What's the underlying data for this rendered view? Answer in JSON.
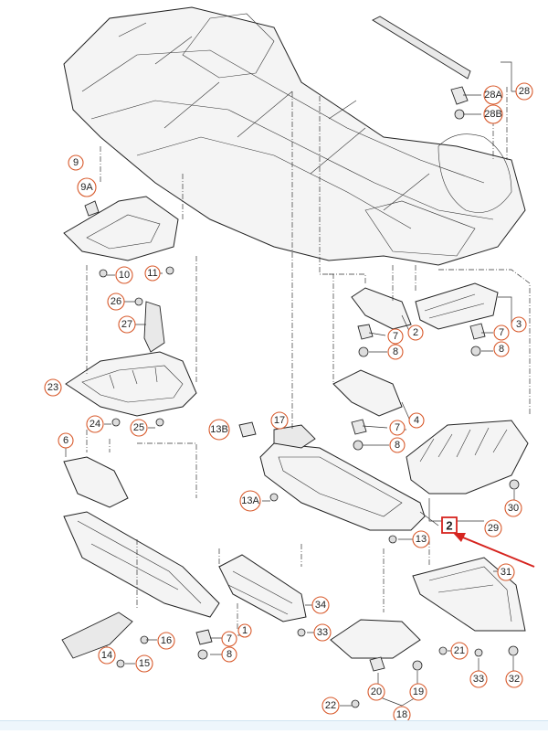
{
  "diagram": {
    "highlight_color": "#d6241f",
    "callout_color": "#d85a2c",
    "callouts": [
      {
        "id": "c28",
        "label": "28"
      },
      {
        "id": "c28a",
        "label": "28A"
      },
      {
        "id": "c28b",
        "label": "28B"
      },
      {
        "id": "c9",
        "label": "9"
      },
      {
        "id": "c9a",
        "label": "9A"
      },
      {
        "id": "c10",
        "label": "10"
      },
      {
        "id": "c11",
        "label": "11"
      },
      {
        "id": "c26",
        "label": "26"
      },
      {
        "id": "c27",
        "label": "27"
      },
      {
        "id": "c23",
        "label": "23"
      },
      {
        "id": "c24",
        "label": "24"
      },
      {
        "id": "c25",
        "label": "25"
      },
      {
        "id": "c6",
        "label": "6"
      },
      {
        "id": "c13b",
        "label": "13B"
      },
      {
        "id": "c17",
        "label": "17"
      },
      {
        "id": "c13a",
        "label": "13A"
      },
      {
        "id": "c13",
        "label": "13"
      },
      {
        "id": "c2top",
        "label": "2"
      },
      {
        "id": "c7a",
        "label": "7"
      },
      {
        "id": "c8a",
        "label": "8"
      },
      {
        "id": "c3",
        "label": "3"
      },
      {
        "id": "c7b",
        "label": "7"
      },
      {
        "id": "c8b",
        "label": "8"
      },
      {
        "id": "c4",
        "label": "4"
      },
      {
        "id": "c7c",
        "label": "7"
      },
      {
        "id": "c8c",
        "label": "8"
      },
      {
        "id": "c30",
        "label": "30"
      },
      {
        "id": "c29",
        "label": "29"
      },
      {
        "id": "c2hl",
        "label": "2"
      },
      {
        "id": "c31",
        "label": "31"
      },
      {
        "id": "c34",
        "label": "34"
      },
      {
        "id": "c33a",
        "label": "33"
      },
      {
        "id": "c7d",
        "label": "7"
      },
      {
        "id": "c1",
        "label": "1"
      },
      {
        "id": "c8d",
        "label": "8"
      },
      {
        "id": "c16",
        "label": "16"
      },
      {
        "id": "c14",
        "label": "14"
      },
      {
        "id": "c15",
        "label": "15"
      },
      {
        "id": "c21",
        "label": "21"
      },
      {
        "id": "c33b",
        "label": "33"
      },
      {
        "id": "c32",
        "label": "32"
      },
      {
        "id": "c20",
        "label": "20"
      },
      {
        "id": "c19",
        "label": "19"
      },
      {
        "id": "c22",
        "label": "22"
      },
      {
        "id": "c18",
        "label": "18"
      }
    ]
  }
}
